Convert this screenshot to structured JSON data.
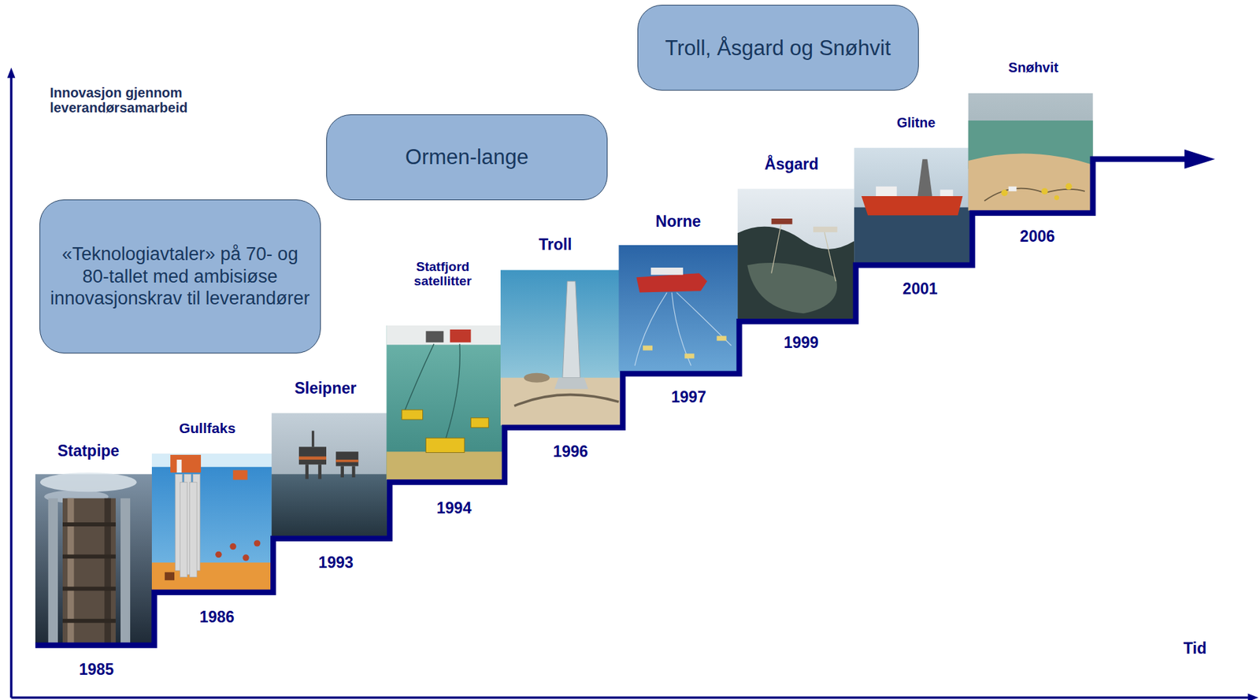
{
  "diagram": {
    "nodes": [
      {
        "text": [
          "«Teknologiavtaler» på 70- og 80-tallet med ambisiøse innovasjonskrav til leverandører"
        ]
      },
      {
        "text": [
          "Ormen-lange"
        ]
      },
      {
        "text": [
          "Troll, Åsgard og Snøhvit"
        ]
      }
    ],
    "labels": [
      "Innovasjon gjennom leverandørsamarbeid",
      "Statpipe",
      "1985",
      "Gullfaks",
      "1986",
      "Sleipner",
      "1993",
      "Statfjord satellitter",
      "1994",
      "Troll",
      "1996",
      "Norne",
      "1997",
      "Åsgard",
      "1999",
      "Glitne",
      "2001",
      "Snøhvit",
      "2006",
      "Tid"
    ]
  }
}
